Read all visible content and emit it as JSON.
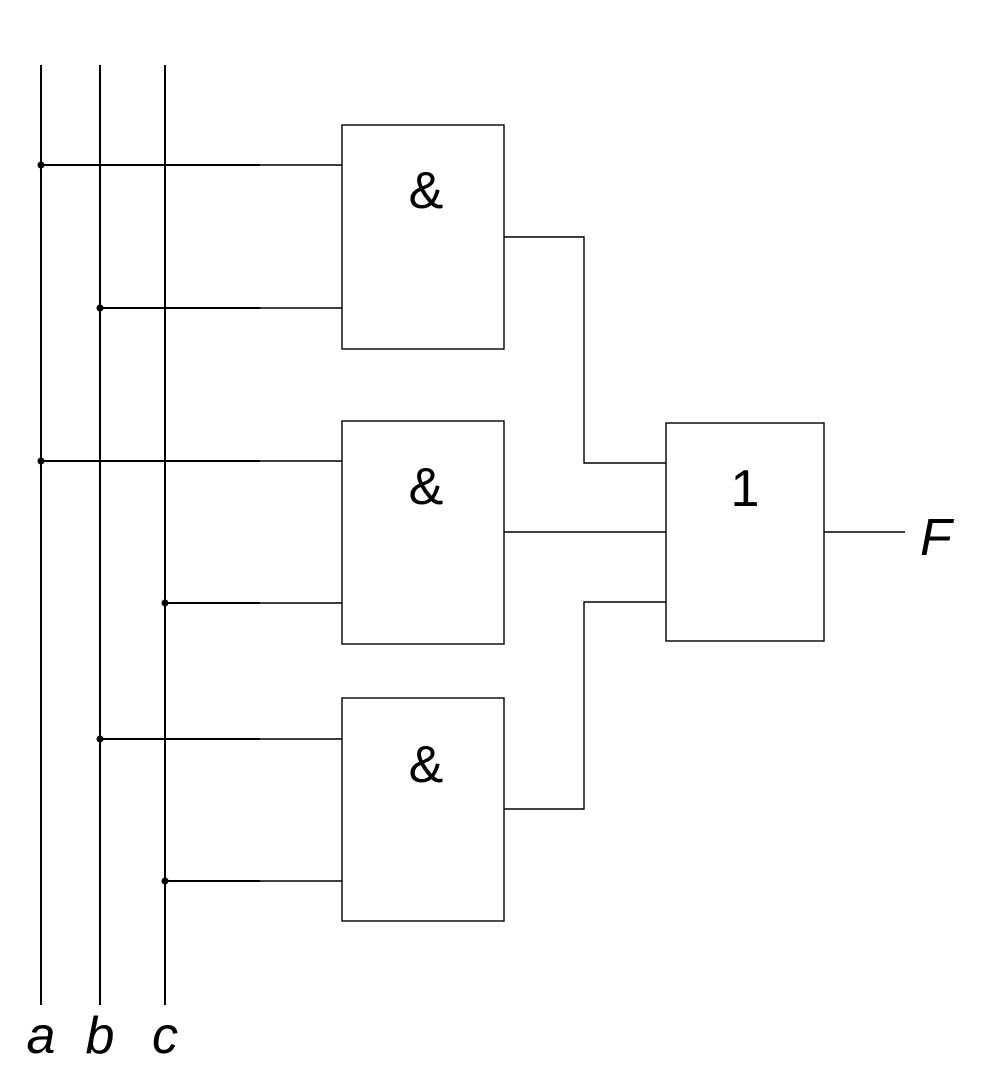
{
  "diagram": {
    "inputs": [
      {
        "id": "a",
        "label": "a"
      },
      {
        "id": "b",
        "label": "b"
      },
      {
        "id": "c",
        "label": "c"
      }
    ],
    "and_gates": [
      {
        "id": "and1",
        "symbol": "&",
        "inputs": [
          "a",
          "b"
        ]
      },
      {
        "id": "and2",
        "symbol": "&",
        "inputs": [
          "a",
          "c"
        ]
      },
      {
        "id": "and3",
        "symbol": "&",
        "inputs": [
          "b",
          "c"
        ]
      }
    ],
    "or_gate": {
      "id": "or1",
      "symbol": "1",
      "inputs": [
        "and1",
        "and2",
        "and3"
      ]
    },
    "output": {
      "label": "F"
    }
  }
}
